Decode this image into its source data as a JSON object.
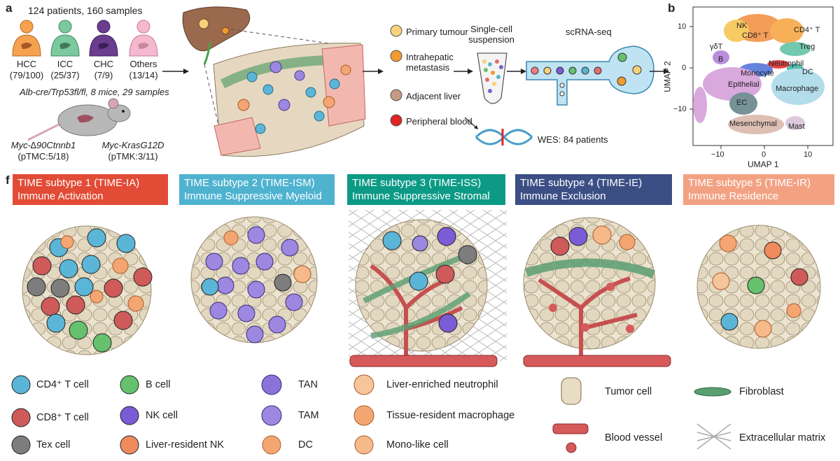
{
  "panel_a": {
    "letter": "a",
    "cohort_header": "124 patients, 160 samples",
    "tumor_types": [
      {
        "name": "HCC",
        "count": "(79/100)",
        "color": "#f5a150"
      },
      {
        "name": "ICC",
        "count": "(25/37)",
        "color": "#7cc9a0"
      },
      {
        "name": "CHC",
        "count": "(7/9)",
        "color": "#6b3d8f"
      },
      {
        "name": "Others",
        "count": "(13/14)",
        "color": "#f4b8cf"
      }
    ],
    "mouse_header": "Alb-cre/Trp53fl/fl, 8 mice, 29 samples",
    "mouse_models": [
      {
        "name": "Myc-∆90Ctnnb1",
        "count": "(pTMC:5/18)"
      },
      {
        "name": "Myc-KrasG12D",
        "count": "(pTMK:3/11)"
      }
    ],
    "sample_types": [
      {
        "label": "Primary tumour",
        "color": "#f8d17a"
      },
      {
        "label": "Intrahepatic metastasis",
        "color": "#f29b2e"
      },
      {
        "label": "Adjacent liver",
        "color": "#c69a82"
      },
      {
        "label": "Peripheral blood",
        "color": "#e02424"
      }
    ],
    "single_cell_label": "Single-cell suspension",
    "scrna_label": "scRNA-seq",
    "wes_label": "WES: 84 patients"
  },
  "panel_b": {
    "letter": "b",
    "xlabel": "UMAP 1",
    "ylabel": "UMAP 2",
    "x_ticks": [
      "−10",
      "0",
      "10"
    ],
    "y_ticks": [
      "10",
      "0",
      "−10"
    ],
    "clusters": [
      "NK",
      "CD8⁺ T",
      "CD4⁺ T",
      "γδT",
      "Treg",
      "B",
      "Neutrophil",
      "Monocyte",
      "DC",
      "Epithelial",
      "Macrophage",
      "EC",
      "Mesenchymal",
      "Mast"
    ]
  },
  "panel_f": {
    "letter": "f",
    "subtypes": [
      {
        "title": "TIME subtype 1 (TIME-IA)",
        "subtitle": "Immune Activation",
        "color": "#e24b35"
      },
      {
        "title": "TIME subtype 2 (TIME-ISM)",
        "subtitle": "Immune Suppressive Myeloid",
        "color": "#4fb3d0"
      },
      {
        "title": "TIME subtype 3 (TIME-ISS)",
        "subtitle": "Immune Suppressive Stromal",
        "color": "#0c9a86"
      },
      {
        "title": "TIME subtype 4 (TIME-IE)",
        "subtitle": "Immune Exclusion",
        "color": "#3b4f85"
      },
      {
        "title": "TIME subtype 5 (TIME-IR)",
        "subtitle": "Immune Residence",
        "color": "#f2a283"
      }
    ]
  },
  "legend": [
    {
      "label": "CD4⁺ T cell",
      "icon": "cd4-t-cell-icon",
      "color": "#5bb5d6"
    },
    {
      "label": "CD8⁺ T cell",
      "icon": "cd8-t-cell-icon",
      "color": "#cf5a5a"
    },
    {
      "label": "Tex cell",
      "icon": "tex-cell-icon",
      "color": "#7d7d7d"
    },
    {
      "label": "B cell",
      "icon": "b-cell-icon",
      "color": "#66c16f"
    },
    {
      "label": "NK cell",
      "icon": "nk-cell-icon",
      "color": "#7a5cd6"
    },
    {
      "label": "Liver-resident NK",
      "icon": "liver-resident-nk-icon",
      "color": "#f08a5d"
    },
    {
      "label": "TAN",
      "icon": "tan-icon",
      "color": "#8a73d8"
    },
    {
      "label": "TAM",
      "icon": "tam-icon",
      "color": "#9c88e0"
    },
    {
      "label": "DC",
      "icon": "dc-icon",
      "color": "#f4a672"
    },
    {
      "label": "Liver-enriched neutrophil",
      "icon": "liver-enriched-neutrophil-icon",
      "color": "#f7c59a"
    },
    {
      "label": "Tissue-resident macrophage",
      "icon": "tissue-resident-macrophage-icon",
      "color": "#f4a672"
    },
    {
      "label": "Mono-like cell",
      "icon": "mono-like-cell-icon",
      "color": "#f6b98a"
    },
    {
      "label": "Tumor cell",
      "icon": "tumor-cell-icon",
      "color": "#e8dcc4"
    },
    {
      "label": "Blood vessel",
      "icon": "blood-vessel-icon",
      "color": "#d65a5a"
    },
    {
      "label": "Fibroblast",
      "icon": "fibroblast-icon",
      "color": "#5a9e72"
    },
    {
      "label": "Extracellular matrix",
      "icon": "extracellular-matrix-icon",
      "color": "#aaaaaa"
    }
  ]
}
